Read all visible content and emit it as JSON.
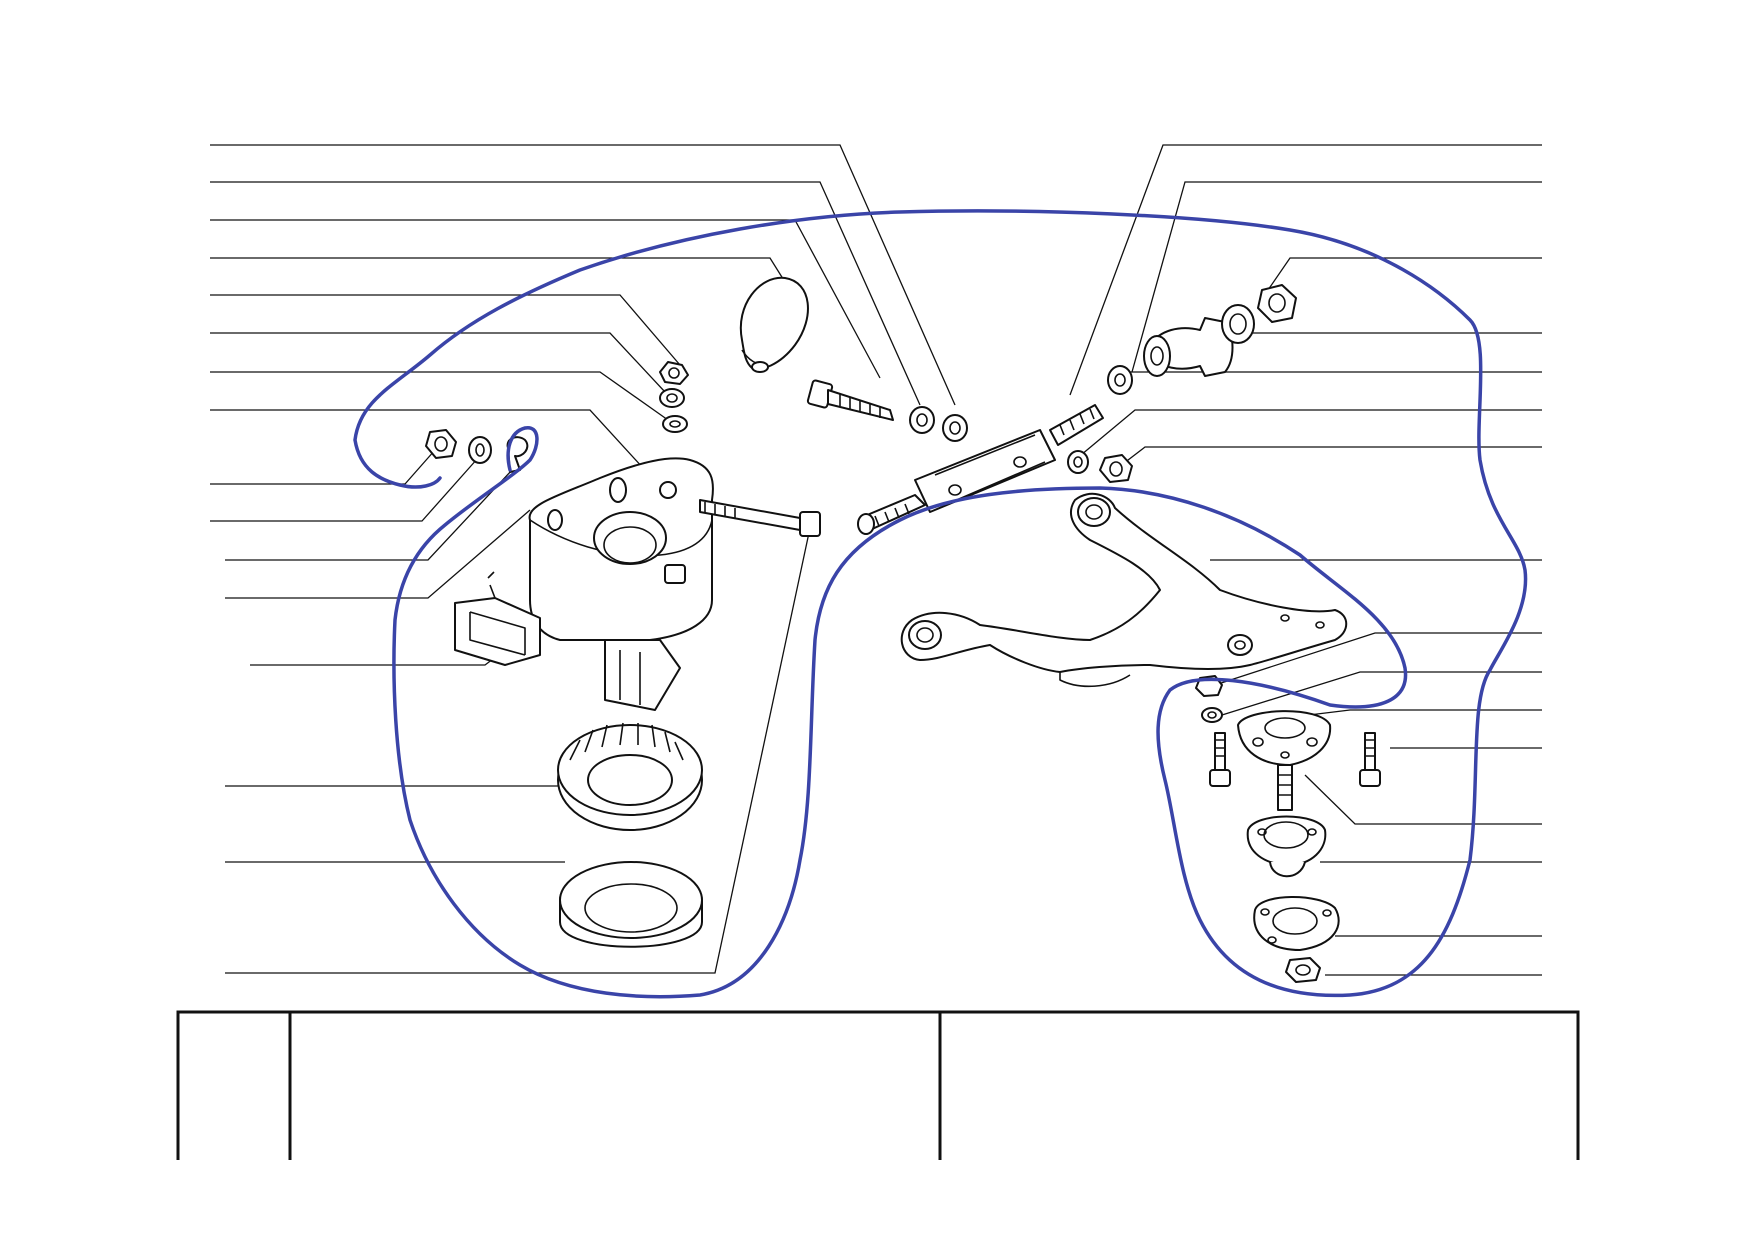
{
  "diagram": {
    "type": "exploded-parts-view",
    "colors": {
      "line_art": "#111111",
      "highlight_outline": "#3a44a8",
      "background": "#ffffff"
    },
    "leader_lines": {
      "left_count": 17,
      "right_count": 17
    },
    "parts": [
      "rubber-bump-stop",
      "bolt",
      "washer",
      "nut",
      "spring-washer",
      "flat-washer",
      "tie-rod-adjuster",
      "rubber-bushing",
      "upper-strut-mount-housing",
      "mounting-bracket",
      "long-bolt",
      "spring-seat-toothed",
      "spring-seat-cup",
      "wishbone-arm",
      "ball-joint",
      "ball-joint-flange",
      "gasket-plate",
      "stud-bolt",
      "retaining-clip"
    ],
    "highlight_regions": 2
  },
  "title_block": {
    "cell_1": "",
    "cell_2": "",
    "cell_3": ""
  }
}
